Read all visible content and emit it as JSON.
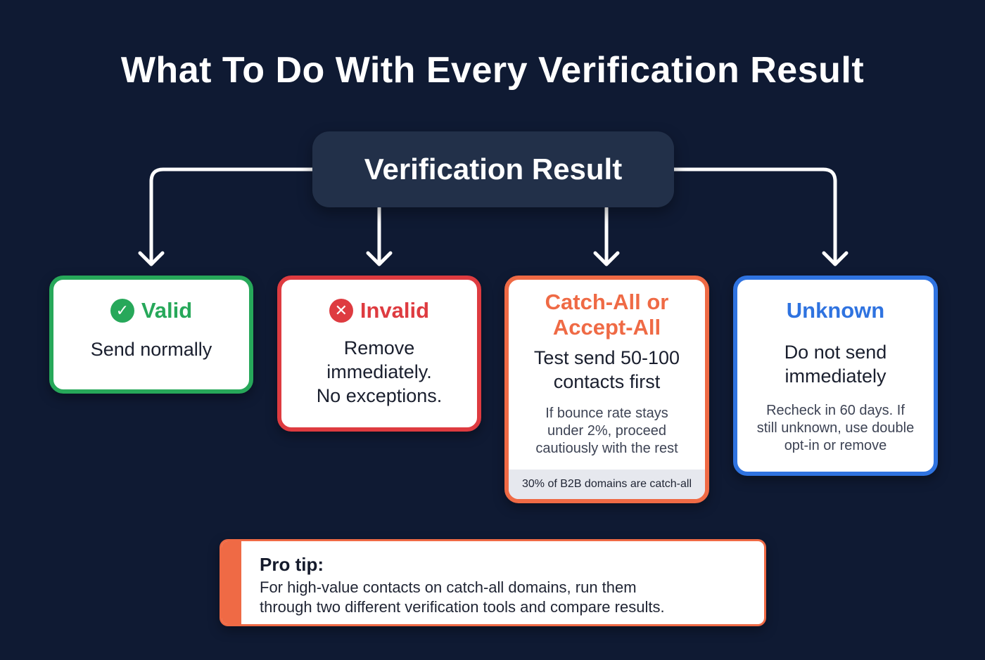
{
  "title": "What To Do With Every Verification Result",
  "root": {
    "label": "Verification Result"
  },
  "colors": {
    "background": "#0f1a33",
    "root_box": "#223049",
    "valid": "#27a85a",
    "invalid": "#de3b40",
    "catch_all": "#ef6a45",
    "unknown": "#2f73e0"
  },
  "cards": {
    "valid": {
      "icon": "check-circle-icon",
      "icon_glyph": "✓",
      "title": "Valid",
      "action": "Send normally"
    },
    "invalid": {
      "icon": "x-circle-icon",
      "icon_glyph": "✕",
      "title": "Invalid",
      "action_lines": [
        "Remove",
        "immediately.",
        "No exceptions."
      ]
    },
    "catch_all": {
      "title_lines": [
        "Catch-All or",
        "Accept-All"
      ],
      "action_lines": [
        "Test send 50-100",
        "contacts first"
      ],
      "detail_lines": [
        "If bounce rate stays",
        "under 2%, proceed",
        "cautiously with the rest"
      ],
      "footnote": "30% of B2B domains are catch-all"
    },
    "unknown": {
      "title": "Unknown",
      "action_lines": [
        "Do not send",
        "immediately"
      ],
      "detail_lines": [
        "Recheck in 60 days. If",
        "still unknown, use double",
        "opt-in or remove"
      ]
    }
  },
  "pro_tip": {
    "label": "Pro tip:",
    "text_lines": [
      "For high-value contacts on catch-all domains, run them",
      "through two different verification tools and compare results."
    ]
  }
}
